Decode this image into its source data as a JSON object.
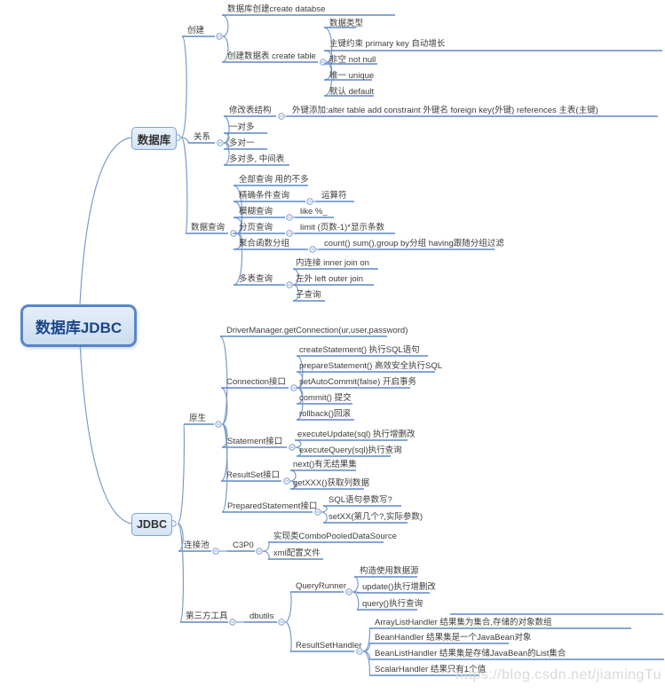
{
  "watermark": "https://blog.csdn.net/jiamingTu",
  "colors": {
    "line_blue": "#5d89c6",
    "curve_blue": "#7d9cc9",
    "root_border": "#5987c7",
    "box_fill": "#d4e3f3",
    "watermark_gray": "#d9d9d9"
  },
  "map": {
    "root": "数据库JDBC",
    "db": {
      "t": "数据库",
      "create": "创建",
      "db_create": "数据库创建create databse",
      "table_create": "创建数据表 create table",
      "dtype": "数据类型",
      "pk": "主键约束 primary key 自动增长",
      "notnull": "非空 not null",
      "unique": "唯一 unique",
      "default": "默认 default",
      "relation": "关系",
      "alter": "修改表结构",
      "fk": "外键添加:alter table add constraint 外键名 foreign key(外键) references 主表(主键)",
      "o2m": "一对多",
      "m2o": "多对一",
      "m2m": "多对多, 中间表",
      "query": "数据查询",
      "all": "全部查询 用的不多",
      "exact": "精确条件查询",
      "operator": "运算符",
      "fuzzy": "模糊查询",
      "like": "like %_",
      "page": "分页查询",
      "limit": "limit (页数-1)*显示条数",
      "agg": "聚合函数分组",
      "count": "count() sum(),group by分组 having跟随分组过滤",
      "multi": "多表查询",
      "inner": "内连接 inner join on",
      "leftj": "左外 left outer join",
      "sub": "子查询"
    },
    "jdbc": {
      "t": "JDBC",
      "native": "原生",
      "dm": "DriverManager.getConnection(ur,user,password)",
      "conn": "Connection接口",
      "create_stmt": "createStatement() 执行SQL语句",
      "prepare_stmt": "prepareStatement() 高效安全执行SQL",
      "setauto": "setAutoCommit(false) 开启事务",
      "commit": "commit() 提交",
      "rollback": "rollback()回滚",
      "stmt": "Statement接口",
      "exec_update": "executeUpdate(sql) 执行增删改",
      "exec_query": "executeQuery(sql)执行查询",
      "rs": "ResultSet接口",
      "next": "next()有无结果集",
      "getxxx": "getXXX()获取列数据",
      "ps": "PreparedStatement接口",
      "sqlparam": "SQL语句参数写?",
      "setxx": "setXX(第几个?,实际参数)",
      "pool": "连接池",
      "c3p0": "C3P0",
      "impl": "实现类ComboPooledDataSource",
      "xml": "xml配置文件",
      "third": "第三方工具",
      "dbutils": "dbutils",
      "qr": "QueryRunner",
      "ctor": "构造使用数据源",
      "update": "update()执行增删改",
      "q": "query()执行查询",
      "rsh": "ResultSetHandler",
      "alh": "ArrayListHandler 结果集为集合,存储的对象数组",
      "bh": "BeanHandler 结果集是一个JavaBean对象",
      "blh": "BeanListHandler 结果集是存储JavaBean的List集合",
      "sh": "ScalarHandler 结果只有1个值"
    }
  }
}
